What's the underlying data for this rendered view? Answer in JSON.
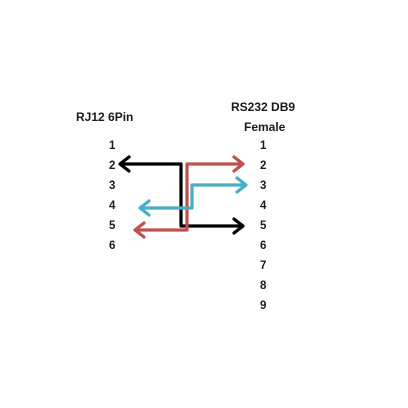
{
  "left_connector": {
    "title": "RJ12 6Pin",
    "pins": [
      "1",
      "2",
      "3",
      "4",
      "5",
      "6"
    ]
  },
  "right_connector": {
    "title_line1": "RS232 DB9",
    "title_line2": "Female",
    "pins": [
      "1",
      "2",
      "3",
      "4",
      "5",
      "6",
      "7",
      "8",
      "9"
    ]
  },
  "colors": {
    "black_wire": "#000000",
    "red_wire": "#c0504d",
    "blue_wire": "#4bacc6"
  }
}
